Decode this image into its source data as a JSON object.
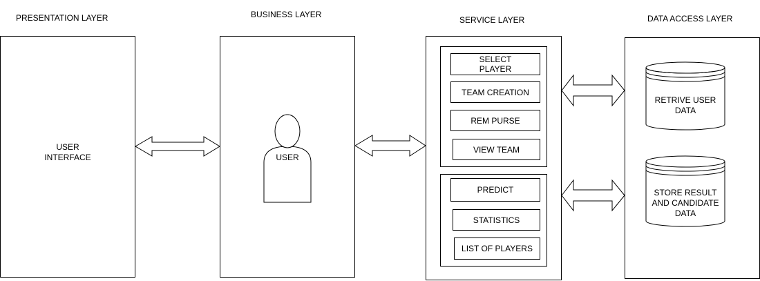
{
  "layers": {
    "presentation": {
      "title": "PRESENTATION LAYER",
      "box_text": "USER\nINTERFACE"
    },
    "business": {
      "title": "BUSINESS LAYER",
      "actor_label": "USER"
    },
    "service": {
      "title": "SERVICE LAYER",
      "group1": [
        "SELECT\nPLAYER",
        "TEAM CREATION",
        "REM PURSE",
        "VIEW TEAM"
      ],
      "group2": [
        "PREDICT",
        "STATISTICS",
        "LIST OF PLAYERS"
      ]
    },
    "data_access": {
      "title": "DATA ACCESS LAYER",
      "db1": "RETRIVE USER\nDATA",
      "db2": "STORE RESULT\nAND CANDIDATE\nDATA"
    }
  }
}
